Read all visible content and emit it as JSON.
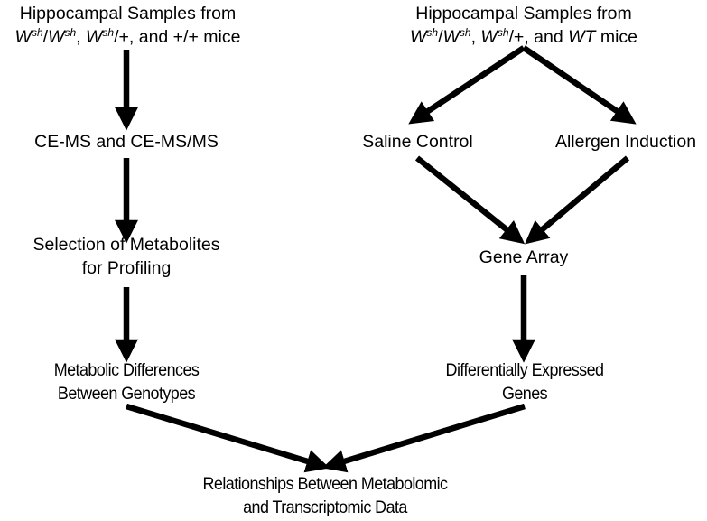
{
  "figure": {
    "left_branch": {
      "header": {
        "line1": "Hippocampal Samples from",
        "line2_parts": {
          "g1": "W",
          "s1": "sh",
          "slash1": "/",
          "g2": "W",
          "s2": "sh",
          "comma": ", ",
          "g3": "W",
          "s3": "sh",
          "tail": "/+, and +/+ mice"
        }
      },
      "steps": [
        {
          "lines": [
            "CE-MS and CE-MS/MS"
          ]
        },
        {
          "lines": [
            "Selection of Metabolites",
            "for Profiling"
          ]
        },
        {
          "lines": [
            "Metabolic Differences",
            "Between Genotypes"
          ]
        }
      ]
    },
    "right_branch": {
      "header": {
        "line1": "Hippocampal Samples from",
        "line2_parts": {
          "g1": "W",
          "s1": "sh",
          "slash1": "/",
          "g2": "W",
          "s2": "sh",
          "comma": ", ",
          "g3": "W",
          "s3": "sh",
          "mid": "/+, and ",
          "wt": "WT",
          "tail": " mice"
        }
      },
      "split": {
        "left": "Saline Control",
        "right": "Allergen Induction"
      },
      "steps": [
        {
          "lines": [
            "Gene Array"
          ]
        },
        {
          "lines": [
            "Differentially Expressed",
            "Genes"
          ]
        }
      ]
    },
    "merge": {
      "lines": [
        "Relationships Between Metabolomic",
        "and Transcriptomic Data"
      ]
    },
    "colors": {
      "ink": "#000000",
      "background": "#ffffff"
    }
  }
}
